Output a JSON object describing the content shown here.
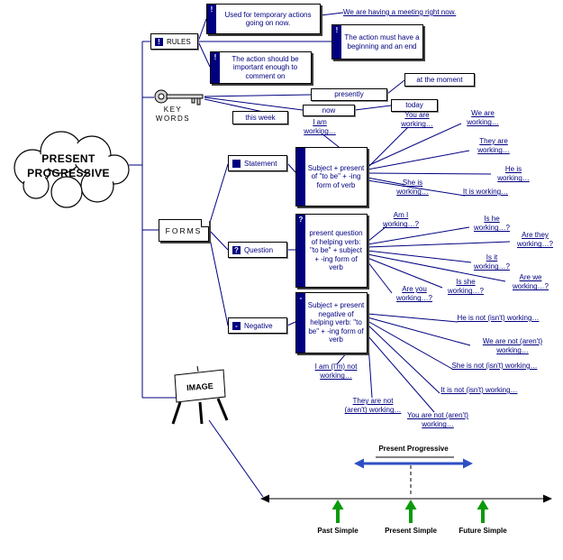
{
  "central_topic": {
    "line1": "PRESENT",
    "line2": "PROGRESSIVE"
  },
  "rules": {
    "label": "RULES",
    "icon": "!",
    "notes": [
      "Used for temporary actions going on now.",
      "The action must have a beginning and an end",
      "The action should be important enough to comment on"
    ],
    "example": "We are having a meeting right now."
  },
  "key_words": {
    "label_line1": "KEY",
    "label_line2": "WORDS",
    "terms": [
      "presently",
      "at the moment",
      "now",
      "today",
      "this week"
    ]
  },
  "forms": {
    "label": "FORMS",
    "statement": {
      "label": "Statement",
      "icon": "",
      "body": "Subject + present of \"to be\" + -ing form of verb",
      "examples": [
        "I am working…",
        "You are working…",
        "We are working…",
        "They are working…",
        "He is working…",
        "She is working…",
        "It is working…"
      ]
    },
    "question": {
      "label": "Question",
      "icon": "?",
      "body": "present question of helping verb: \"to be\" + subject + -ing form of verb",
      "examples": [
        "Am I working…?",
        "Is he working…?",
        "Are they working…?",
        "Is it working…?",
        "Are we working…?",
        "Is she working…?",
        "Are you working…?"
      ]
    },
    "negative": {
      "label": "Negative",
      "icon": "-",
      "body": "Subject + present negative of helping verb: \"to be\" + -ing form of verb",
      "examples": [
        "I am (I'm) not working…",
        "They are not (aren't) working…",
        "You are not (aren't) working…",
        "He is not (isn't) working…",
        "We are not (aren't) working…",
        "She is not (isn't) working…",
        "It is not (isn't) working…"
      ]
    }
  },
  "image_branch": {
    "label": "IMAGE"
  },
  "timeline": {
    "title": "Present Progressive",
    "labels": [
      "Past Simple",
      "Present Simple",
      "Future Simple"
    ]
  },
  "colors": {
    "node_text": "#000080",
    "link": "#000080",
    "blue_arrow": "#2e4fc4",
    "green_arrow": "#0a9a0a"
  }
}
